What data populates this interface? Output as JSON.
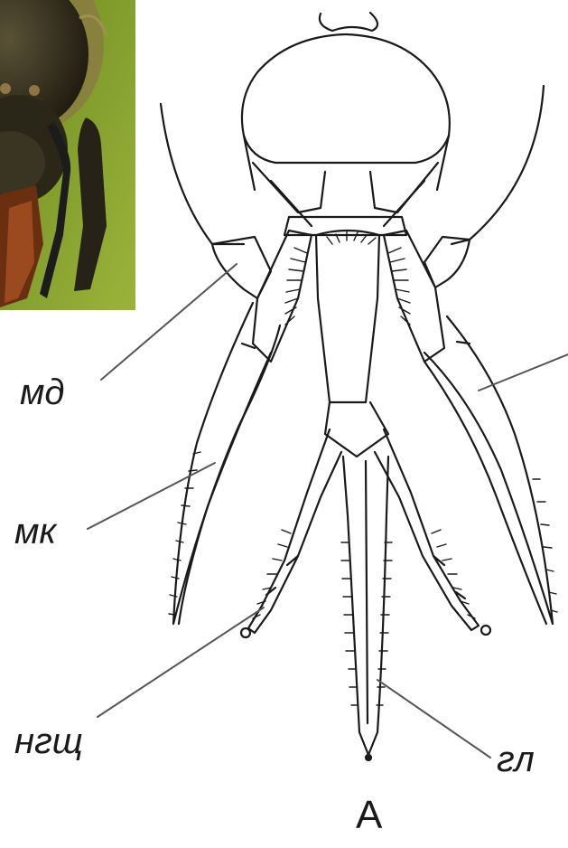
{
  "figure": {
    "labels": {
      "md": "мд",
      "mk": "мк",
      "ngsch": "нгщ",
      "gl": "гл"
    },
    "caption": "А"
  },
  "inset_photo": {
    "subject": "bee-head-closeup",
    "colors": {
      "background": "#7f9a2c",
      "head": "#2f2a1c",
      "hair": "#8a7a42",
      "mandible": "#7a3a14"
    }
  },
  "colors": {
    "line": "#1a1a1a",
    "leader": "#555555",
    "paper": "#ffffff"
  }
}
